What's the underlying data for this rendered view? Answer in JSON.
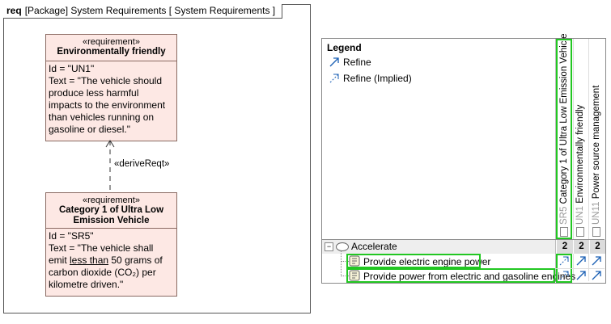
{
  "frame": {
    "kind": "req",
    "header": "[Package] System Requirements [ System Requirements ]"
  },
  "requirements": [
    {
      "stereotype": "«requirement»",
      "name": "Environmentally friendly",
      "id_line": "Id = \"UN1\"",
      "text_lines": [
        "Text = \"The vehicle should",
        "produce less harmful",
        "impacts to the environment",
        "than vehicles running on",
        "gasoline or diesel.\""
      ]
    },
    {
      "stereotype": "«requirement»",
      "name_lines": [
        "Category 1 of Ultra Low",
        "Emission Vehicle"
      ],
      "id_line": "Id = \"SR5\"",
      "text_lines": [
        "Text = \"The vehicle shall",
        "emit ",
        "less than",
        " 50 grams of",
        "carbon dioxide (CO₂) per",
        "kilometre driven.\""
      ]
    }
  ],
  "relationship": {
    "label": "«deriveReqt»"
  },
  "legend": {
    "title": "Legend",
    "items": [
      {
        "icon": "refine-arrow-icon",
        "label": "Refine"
      },
      {
        "icon": "refine-implied-arrow-icon",
        "label": "Refine (Implied)"
      }
    ]
  },
  "matrix": {
    "columns": [
      {
        "label": "SR5 Category 1 of Ultra Low Emission Vehicle",
        "prefix": "SR5",
        "rest": " Category 1 of Ultra Low Emission Vehicle",
        "count": "2"
      },
      {
        "label": "UN1 Environmentally friendly",
        "prefix": "UN1",
        "rest": " Environmentally friendly",
        "count": "2"
      },
      {
        "label": "UN11 Power source management",
        "prefix": "UN11",
        "rest": " Power source management",
        "count": "2"
      }
    ],
    "rows": [
      {
        "label": "Accelerate",
        "type": "use-case",
        "counts": [
          "2",
          "2",
          "2"
        ]
      },
      {
        "label": "Provide electric engine power",
        "type": "function"
      },
      {
        "label": "Provide power from electric and gasoline engines",
        "type": "function"
      }
    ]
  },
  "colors": {
    "highlight": "#22c722",
    "requirement_fill": "#fde8e4",
    "arrow": "#1a5fb4"
  }
}
